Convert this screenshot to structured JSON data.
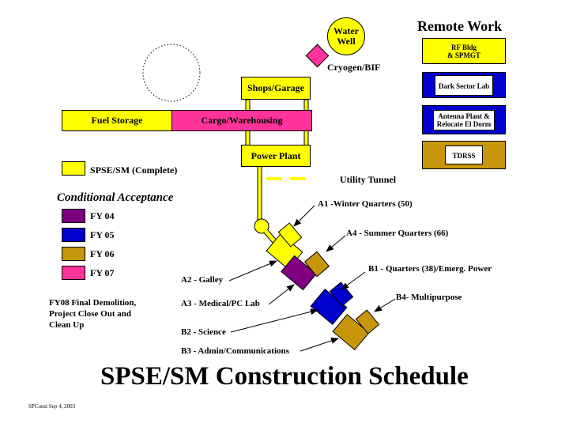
{
  "title": "SPSE/SM Construction Schedule",
  "footer": "SPConst Sep 4, 2003",
  "remote_work": {
    "heading": "Remote Work",
    "items": [
      "RF Bldg\n& SPMGT",
      "Dark Sector Lab",
      "Antenna Plant &\nRelocate El Dorm",
      "TDRSS"
    ]
  },
  "site": {
    "water_well": "Water\nWell",
    "cryogen": "Cryogen/BIF",
    "shops": "Shops/Garage",
    "fuel": "Fuel Storage",
    "cargo": "Cargo/Warehousing",
    "power": "Power Plant",
    "utility_tunnel": "Utility Tunnel"
  },
  "legend": {
    "complete": "SPSE/SM  (Complete)",
    "conditional_heading": "Conditional Acceptance",
    "years": [
      "FY 04",
      "FY 05",
      "FY 06",
      "FY 07"
    ],
    "fy08_note": "FY08 Final Demolition,\nProject Close Out and\nClean Up"
  },
  "labels": {
    "a1": "A1 -Winter Quarters (50)",
    "a4": "A4 -  Summer Quarters (66)",
    "b1": "B1 - Quarters (38)/Emerg. Power",
    "b4": "B4- Multipurpose",
    "a2": "A2 - Galley",
    "a3": "A3 - Medical/PC Lab",
    "b2": "B2 - Science",
    "b3": "B3 - Admin/Communications"
  },
  "colors": {
    "complete": "#ffff00",
    "fy04": "#800080",
    "fy05": "#0000cc",
    "fy06": "#c8960a",
    "fy07": "#ff3399"
  }
}
